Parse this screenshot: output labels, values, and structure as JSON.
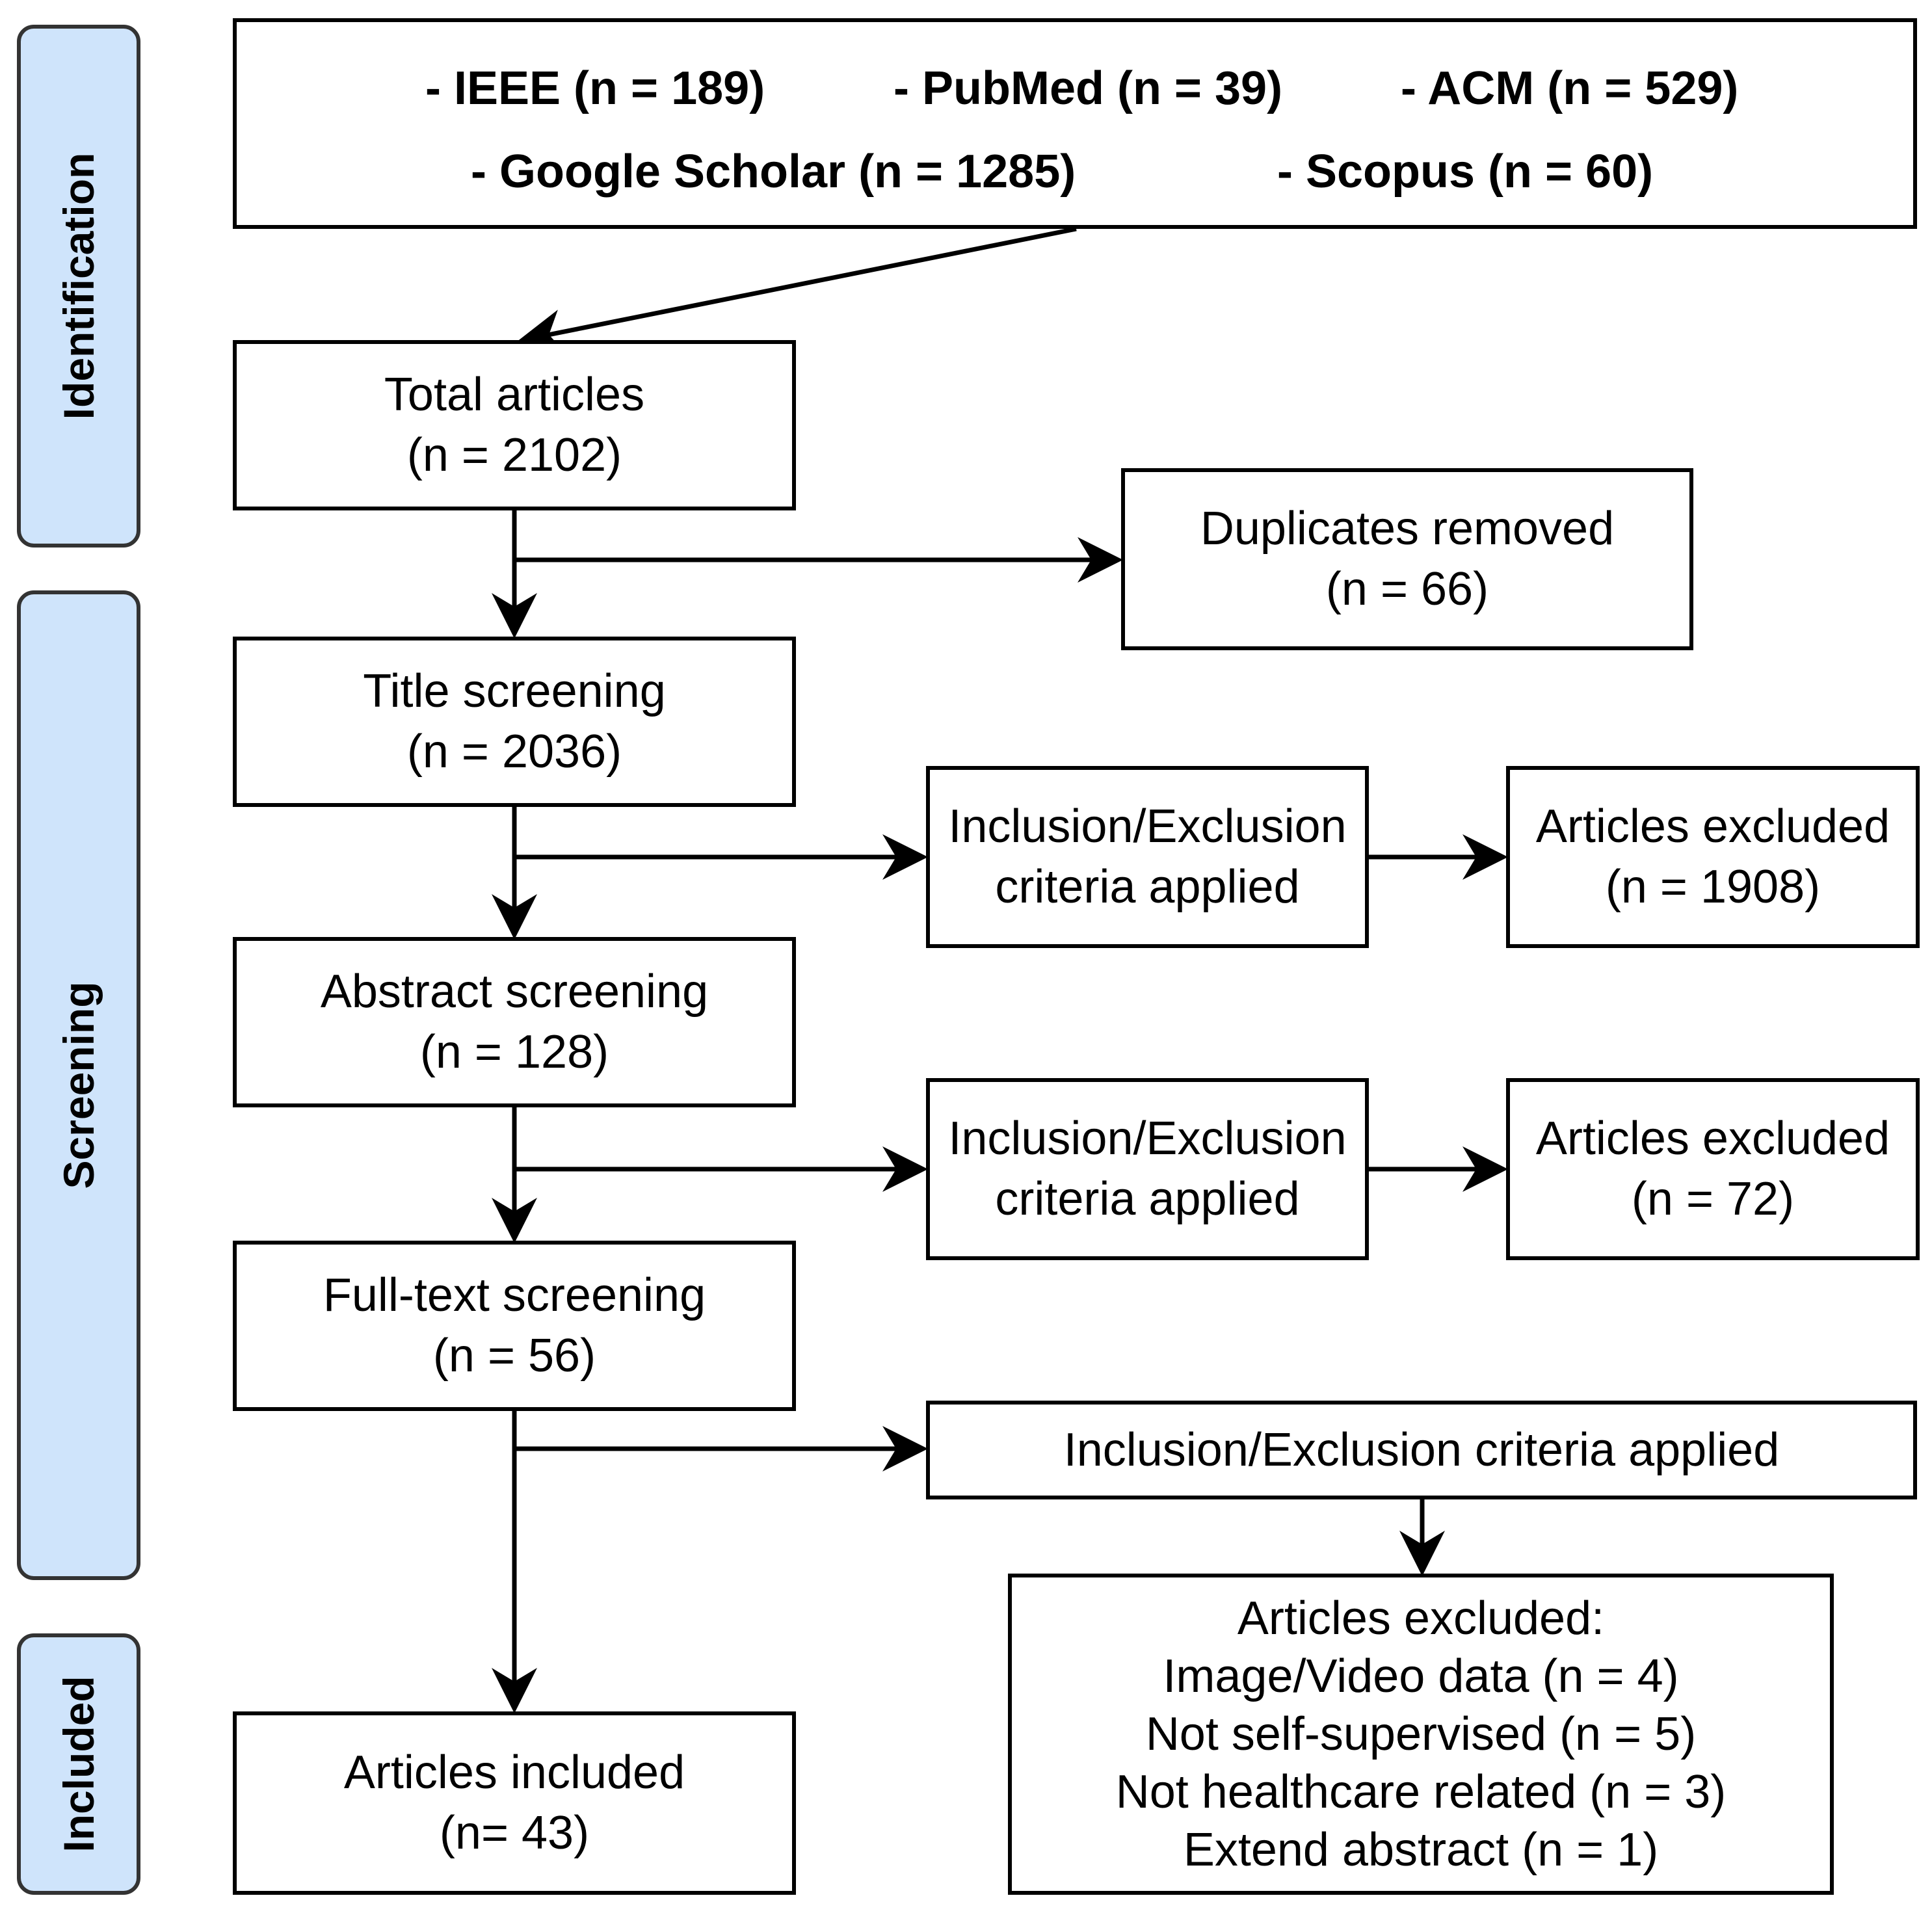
{
  "phases": {
    "identification": "Identification",
    "screening": "Screening",
    "included": "Included"
  },
  "sources": {
    "ieee": "- IEEE (n = 189)",
    "pubmed": "- PubMed (n = 39)",
    "acm": "- ACM (n = 529)",
    "google_scholar": "- Google Scholar (n = 1285)",
    "scopus": "- Scopus (n = 60)"
  },
  "total": {
    "line1": "Total articles",
    "line2": "(n = 2102)"
  },
  "duplicates": {
    "line1": "Duplicates removed",
    "line2": "(n = 66)"
  },
  "title_screening": {
    "line1": "Title screening",
    "line2": "(n = 2036)"
  },
  "criteria_1": {
    "line1": "Inclusion/Exclusion",
    "line2": "criteria applied"
  },
  "excluded_1": {
    "line1": "Articles excluded",
    "line2": "(n = 1908)"
  },
  "abstract_screening": {
    "line1": "Abstract screening",
    "line2": "(n = 128)"
  },
  "criteria_2": {
    "line1": "Inclusion/Exclusion",
    "line2": "criteria applied"
  },
  "excluded_2": {
    "line1": "Articles excluded",
    "line2": "(n = 72)"
  },
  "fulltext_screening": {
    "line1": "Full-text screening",
    "line2": "(n = 56)"
  },
  "criteria_3": {
    "line1": "Inclusion/Exclusion criteria applied"
  },
  "excluded_3": {
    "line1": "Articles excluded:",
    "line2": "Image/Video data (n = 4)",
    "line3": "Not self-supervised (n = 5)",
    "line4": "Not healthcare related (n = 3)",
    "line5": "Extend abstract (n = 1)"
  },
  "included": {
    "line1": "Articles included",
    "line2": "(n= 43)"
  }
}
